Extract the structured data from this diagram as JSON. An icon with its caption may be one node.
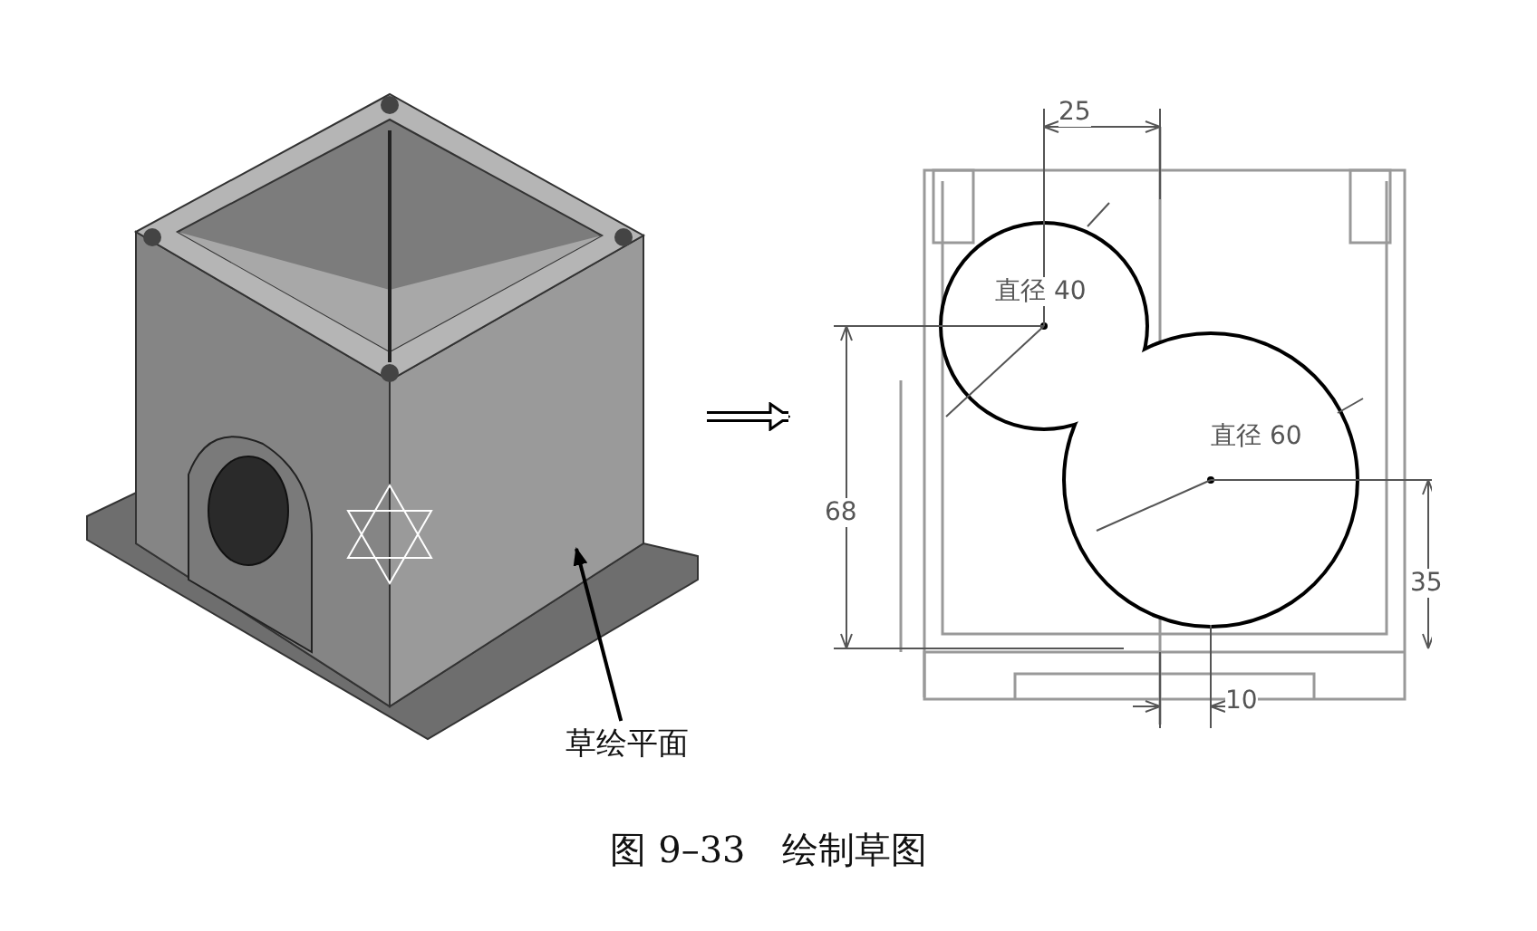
{
  "diagram": {
    "caption": "图 9–33　绘制草图",
    "nodes": [
      {
        "text": [],
        "shape": "picture"
      },
      {
        "text": [],
        "shape": "picture"
      },
      {
        "text": [
          "草绘平面"
        ]
      }
    ],
    "edges": [
      {
        "from": 0,
        "to": 1,
        "arrow": "to",
        "style": "thick"
      },
      {
        "from": 2,
        "to": 0,
        "arrow": "to"
      }
    ],
    "labels": [
      "25",
      "直径 40",
      "直径 60",
      "68",
      "35",
      "10"
    ]
  }
}
